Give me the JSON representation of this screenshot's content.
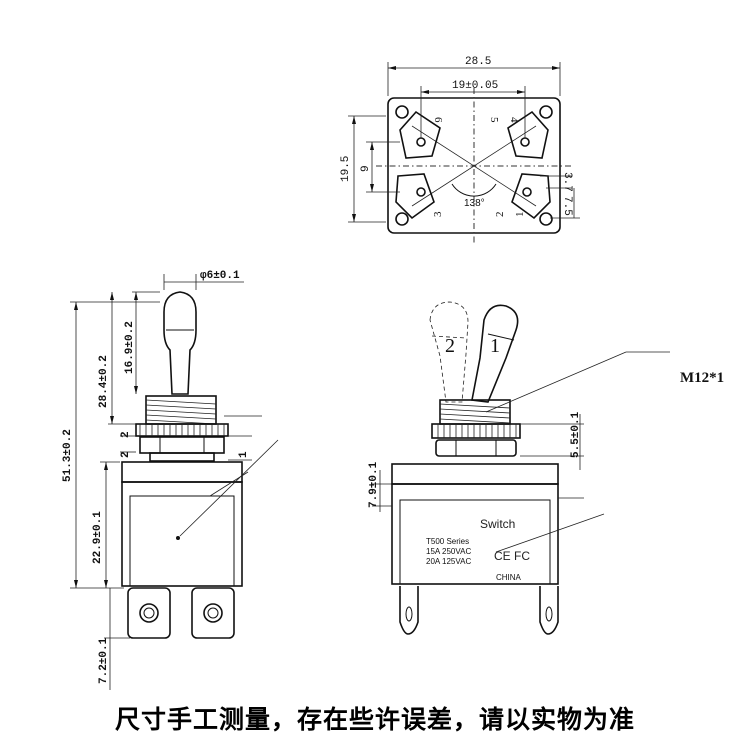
{
  "top_view": {
    "dim_width": "28.5",
    "dim_pin_spacing": "19±0.05",
    "dim_height": "19.5",
    "dim_inner": "9",
    "dim_small": "3.7",
    "dim_pin": "7.5",
    "angle": "138°",
    "pins": [
      "6",
      "5",
      "4",
      "3",
      "2",
      "1"
    ]
  },
  "side_view": {
    "dim_lever_dia": "φ6±0.1",
    "dim_lever_len": "16.9±0.2",
    "dim_lever_total": "28.4±0.2",
    "dim_total": "51.3±0.2",
    "dim_nut": "2",
    "dim_washer": "2",
    "dim_flange": "1",
    "dim_body": "22.9±0.1",
    "dim_terminal": "7.2±0.1"
  },
  "front_view": {
    "positions": [
      "2",
      "1"
    ],
    "thread_label": "M12*1",
    "dim_bushing": "5.5±0.1",
    "dim_flange": "7.9±0.1",
    "label_brand": "Switch",
    "label_series": "T500 Series",
    "label_rating1": "15A 250VAC",
    "label_rating2": "20A 125VAC",
    "label_cert": "CE FC",
    "label_origin": "CHINA"
  },
  "footer_note": "尺寸手工测量，存在些许误差，请以实物为准"
}
